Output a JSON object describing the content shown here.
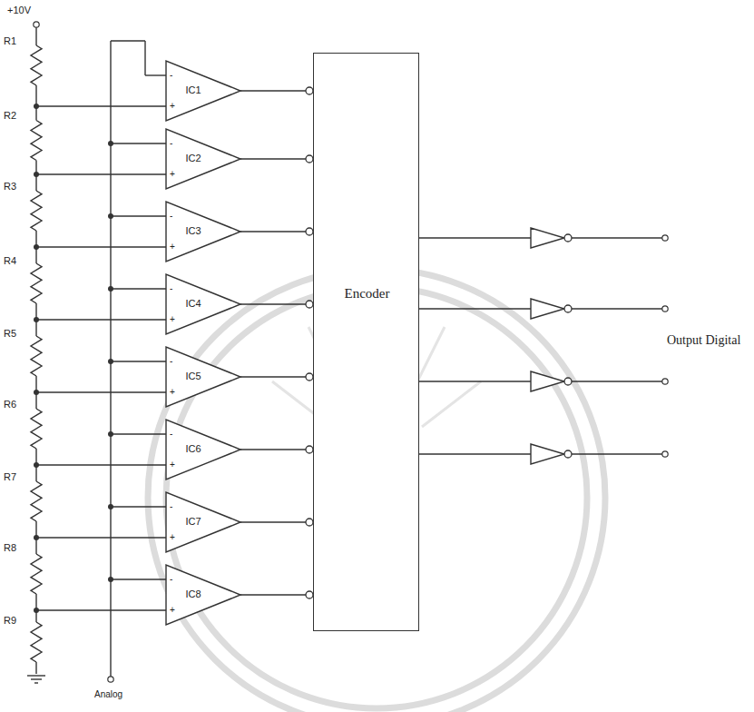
{
  "diagram": {
    "nodes": [
      {
        "text": [
          "IC1",
          "-",
          "+"
        ]
      },
      {
        "text": [
          "IC2",
          "-",
          "+"
        ]
      },
      {
        "text": [
          "IC3",
          "-",
          "+"
        ]
      },
      {
        "text": [
          "IC4",
          "-",
          "+"
        ]
      },
      {
        "text": [
          "IC5",
          "-",
          "+"
        ]
      },
      {
        "text": [
          "IC6",
          "-",
          "+"
        ]
      },
      {
        "text": [
          "IC7",
          "-",
          "+"
        ]
      },
      {
        "text": [
          "IC8",
          "-",
          "+"
        ]
      },
      {
        "text": [
          "Encoder"
        ]
      }
    ],
    "edges": [
      {
        "from": 0,
        "to": 8,
        "arrow": "none"
      },
      {
        "from": 1,
        "to": 8,
        "arrow": "none"
      },
      {
        "from": 2,
        "to": 8,
        "arrow": "none"
      },
      {
        "from": 3,
        "to": 8,
        "arrow": "none"
      },
      {
        "from": 4,
        "to": 8,
        "arrow": "none"
      },
      {
        "from": 5,
        "to": 8,
        "arrow": "none"
      },
      {
        "from": 6,
        "to": 8,
        "arrow": "none"
      },
      {
        "from": 7,
        "to": 8,
        "arrow": "none"
      }
    ],
    "labels": [
      "+10V",
      "R1",
      "R2",
      "R3",
      "R4",
      "R5",
      "R6",
      "R7",
      "R8",
      "R9",
      "Analog",
      "Output Digital"
    ]
  }
}
